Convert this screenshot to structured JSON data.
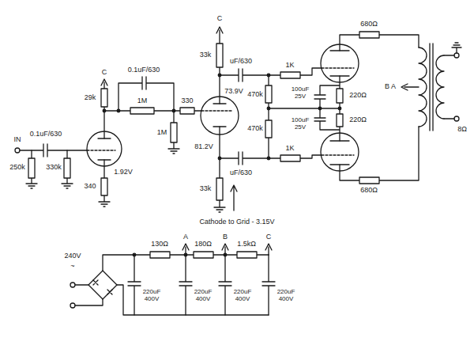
{
  "diagram": {
    "labels": [
      "IN",
      "0.1uF/630",
      "250k",
      "330k",
      "C",
      "29k",
      "0.1uF/630",
      "1M",
      "330",
      "1M",
      "340",
      "1.92V",
      "C",
      "33k",
      "73.9V",
      "81.2V",
      "33k",
      "Cathode to Grid - 3.15V",
      "uF/630",
      "uF/630",
      "1K",
      "1K",
      "470k",
      "470k",
      "100uF 25V",
      "220Ω",
      "100uF 25V",
      "220Ω",
      "680Ω",
      "680Ω",
      "B A",
      "8Ω",
      "~",
      "240V",
      "130Ω",
      "A",
      "180Ω",
      "B",
      "1.5kΩ",
      "C",
      "220uF 400V",
      "220uF 400V",
      "220uF 400V",
      "220uF 400V"
    ]
  }
}
